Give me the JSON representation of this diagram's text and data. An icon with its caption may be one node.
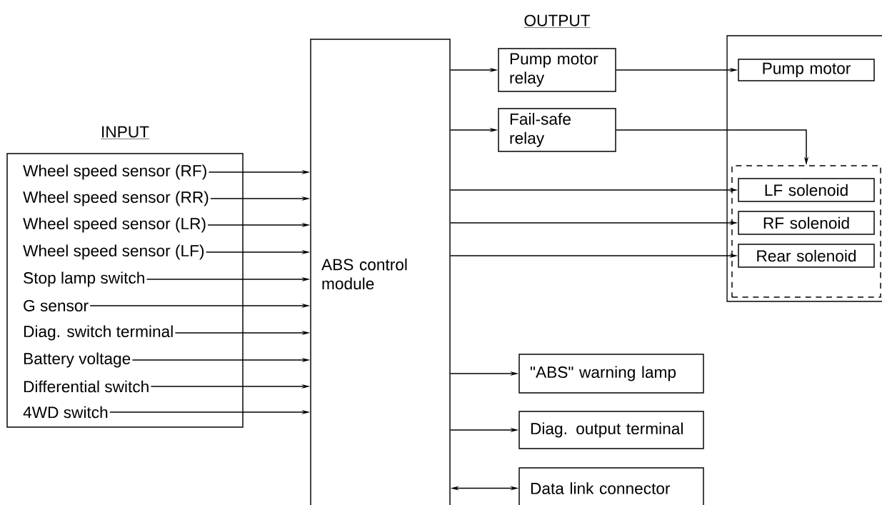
{
  "diagram": {
    "nodes": [
      {
        "text": [
          "INPUT"
        ]
      },
      {
        "text": [
          "Wheel speed sensor (RF)"
        ],
        "in": 0
      },
      {
        "text": [
          "Wheel speed sensor (RR)"
        ],
        "in": 0
      },
      {
        "text": [
          "Wheel speed sensor (LR)"
        ],
        "in": 0
      },
      {
        "text": [
          "Wheel speed sensor (LF)"
        ],
        "in": 0
      },
      {
        "text": [
          "Stop lamp switch"
        ],
        "in": 0
      },
      {
        "text": [
          "G sensor"
        ],
        "in": 0
      },
      {
        "text": [
          "Diag. switch terminal"
        ],
        "in": 0
      },
      {
        "text": [
          "Battery voltage"
        ],
        "in": 0
      },
      {
        "text": [
          "Differential switch"
        ],
        "in": 0
      },
      {
        "text": [
          "4WD switch"
        ],
        "in": 0
      },
      {
        "text": [
          "ABS control module"
        ]
      },
      {
        "text": [
          "Pump motor relay"
        ]
      },
      {
        "text": [
          "Fail-safe relay"
        ]
      },
      {
        "text": [],
        "shape": "box"
      },
      {
        "text": [
          "Pump motor"
        ],
        "in": 14
      },
      {
        "text": [],
        "shape": "box",
        "in": 14
      },
      {
        "text": [
          "LF solenoid"
        ],
        "in": 16
      },
      {
        "text": [
          "RF solenoid"
        ],
        "in": 16
      },
      {
        "text": [
          "Rear solenoid"
        ],
        "in": 16
      },
      {
        "text": [
          "\"ABS\" warning lamp"
        ]
      },
      {
        "text": [
          "Diag. output terminal"
        ]
      },
      {
        "text": [
          "Data link connector"
        ]
      }
    ],
    "edges": [
      {
        "from": 1,
        "to": 11,
        "arrow": "to"
      },
      {
        "from": 2,
        "to": 11,
        "arrow": "to"
      },
      {
        "from": 3,
        "to": 11,
        "arrow": "to"
      },
      {
        "from": 4,
        "to": 11,
        "arrow": "to"
      },
      {
        "from": 5,
        "to": 11,
        "arrow": "to"
      },
      {
        "from": 6,
        "to": 11,
        "arrow": "to"
      },
      {
        "from": 7,
        "to": 11,
        "arrow": "to"
      },
      {
        "from": 8,
        "to": 11,
        "arrow": "to"
      },
      {
        "from": 9,
        "to": 11,
        "arrow": "to"
      },
      {
        "from": 10,
        "to": 11,
        "arrow": "to"
      },
      {
        "from": 11,
        "to": 12,
        "arrow": "to"
      },
      {
        "from": 12,
        "to": 15,
        "arrow": "to"
      },
      {
        "from": 11,
        "to": 13,
        "arrow": "to"
      },
      {
        "from": 13,
        "to": 16,
        "arrow": "to"
      },
      {
        "from": 11,
        "to": 17,
        "arrow": "to"
      },
      {
        "from": 11,
        "to": 18,
        "arrow": "to"
      },
      {
        "from": 11,
        "to": 19,
        "arrow": "to"
      },
      {
        "from": 11,
        "to": 20,
        "arrow": "to"
      },
      {
        "from": 11,
        "to": 21,
        "arrow": "to"
      },
      {
        "from": 11,
        "to": 22,
        "arrow": "both"
      }
    ],
    "labels": [
      "OUTPUT"
    ]
  }
}
